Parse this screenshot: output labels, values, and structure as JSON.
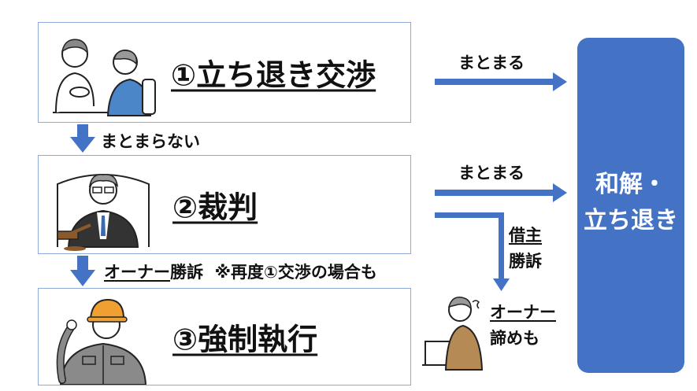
{
  "stages": [
    {
      "label": "①立ち退き交渉"
    },
    {
      "label": "②裁判"
    },
    {
      "label": "③強制執行"
    }
  ],
  "flows": {
    "down_1_to_2": "まとまらない",
    "down_2_to_3_part1": "オーナー",
    "down_2_to_3_part2": "勝訴",
    "down_2_to_3_note": "※再度①交渉の場合も",
    "right_1": "まとまる",
    "right_2": "まとまる",
    "tenant_win_line1": "借主",
    "tenant_win_line2": "勝訴",
    "owner_giveup_line1": "オーナー",
    "owner_giveup_line2": "諦めも"
  },
  "result": {
    "label": "和解・\n立ち退き"
  },
  "colors": {
    "arrow": "#4472c4",
    "result_bg": "#4472c4",
    "box_border": "#8eaadb"
  }
}
